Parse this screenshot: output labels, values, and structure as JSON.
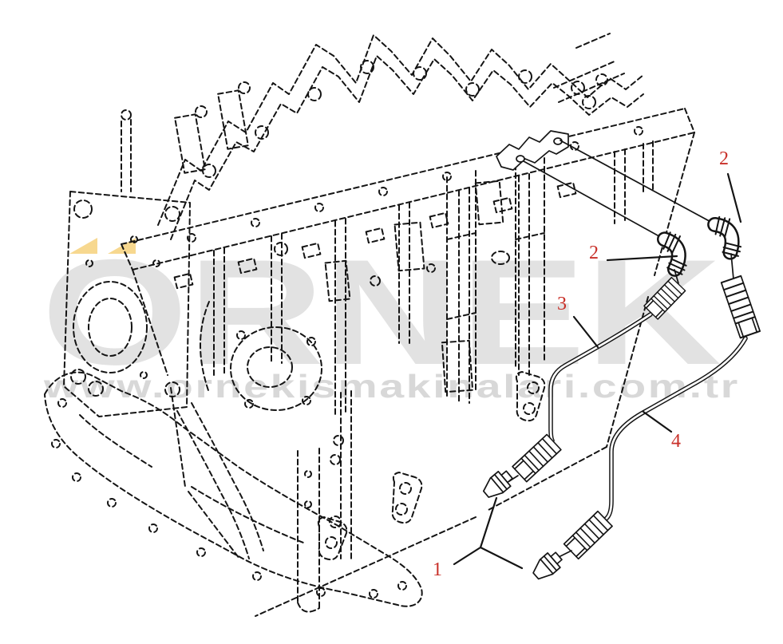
{
  "page": {
    "background": "#ffffff",
    "description": "Exploded parts line drawing of a diesel engine block with fuel supply lines, elbow and union fittings"
  },
  "watermark": {
    "brand_text": "ÖRNEK",
    "brand_display": "ORNEK",
    "url_text": "www.ornekismakinalari.com.tr",
    "colors": {
      "brand_gray": "#e2e2e2",
      "url_gray": "#d8d8d8",
      "triangle_yellow": "#f7d88f"
    }
  },
  "drawing": {
    "ink_color": "#141414"
  },
  "callouts": {
    "color": "#c82f28",
    "items": [
      {
        "id": "1",
        "label": "1"
      },
      {
        "id": "2-upper",
        "label": "2"
      },
      {
        "id": "2-lower",
        "label": "2"
      },
      {
        "id": "3",
        "label": "3"
      },
      {
        "id": "4",
        "label": "4"
      }
    ]
  }
}
